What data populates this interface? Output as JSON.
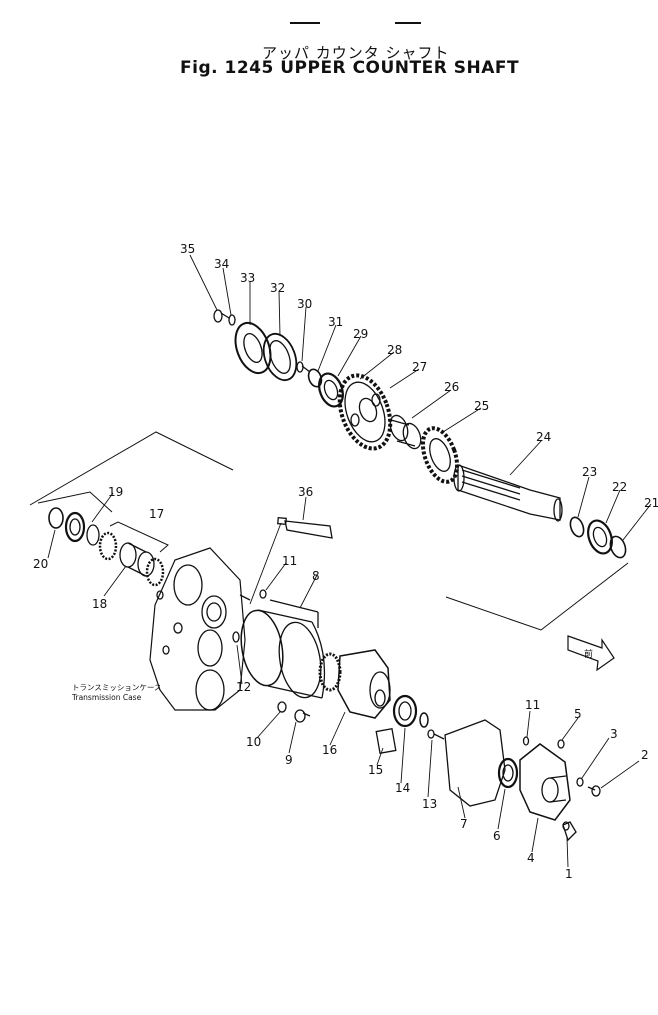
{
  "title": {
    "jp": "アッパ カウンタ シャフト",
    "en": "Fig. 1245 UPPER COUNTER SHAFT"
  },
  "case_label": {
    "jp": "トランスミッションケース",
    "en": "Transmission Case"
  },
  "front_arrow_label": "前",
  "callouts": [
    "1",
    "2",
    "3",
    "4",
    "5",
    "6",
    "7",
    "8",
    "9",
    "10",
    "11",
    "11",
    "12",
    "13",
    "14",
    "15",
    "16",
    "17",
    "18",
    "19",
    "20",
    "21",
    "22",
    "23",
    "24",
    "25",
    "26",
    "27",
    "28",
    "29",
    "30",
    "31",
    "32",
    "33",
    "34",
    "35",
    "36"
  ]
}
